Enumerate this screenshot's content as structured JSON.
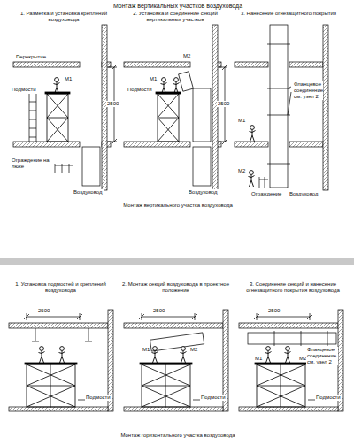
{
  "diagram": {
    "title": "Монтаж вертикальных участков воздуховода",
    "caption": "Монтаж горизонтального участка воздуховода",
    "labels": [
      "1. Разметка и установка креплений воздуховода",
      "2. Установка и соединение секций вертикальных участков",
      "3. Нанесение огнезащитного покрытия",
      "Перекрытие",
      "Подмости",
      "Ограждение на люке",
      "Воздуховод",
      "2500",
      "М1",
      "Подмости",
      "Воздуховод",
      "2500",
      "М1",
      "М2",
      "Фланцевое соединение см. узел 2",
      "М1",
      "М2",
      "Ограждение",
      "Воздуховод",
      "Монтаж вертикального участка воздуховода",
      "1. Установка подмостей и креплений воздуховода",
      "2. Монтаж секций воздуховода в проектное положение",
      "3. Соединение секций и нанесение огнезащитного покрытия воздуховода",
      "2500",
      "Подмости",
      "2500",
      "М1",
      "М2",
      "Подмости",
      "2500",
      "М1",
      "М2",
      "Фланцевое соединение см. узел 2",
      "Подмости"
    ]
  }
}
